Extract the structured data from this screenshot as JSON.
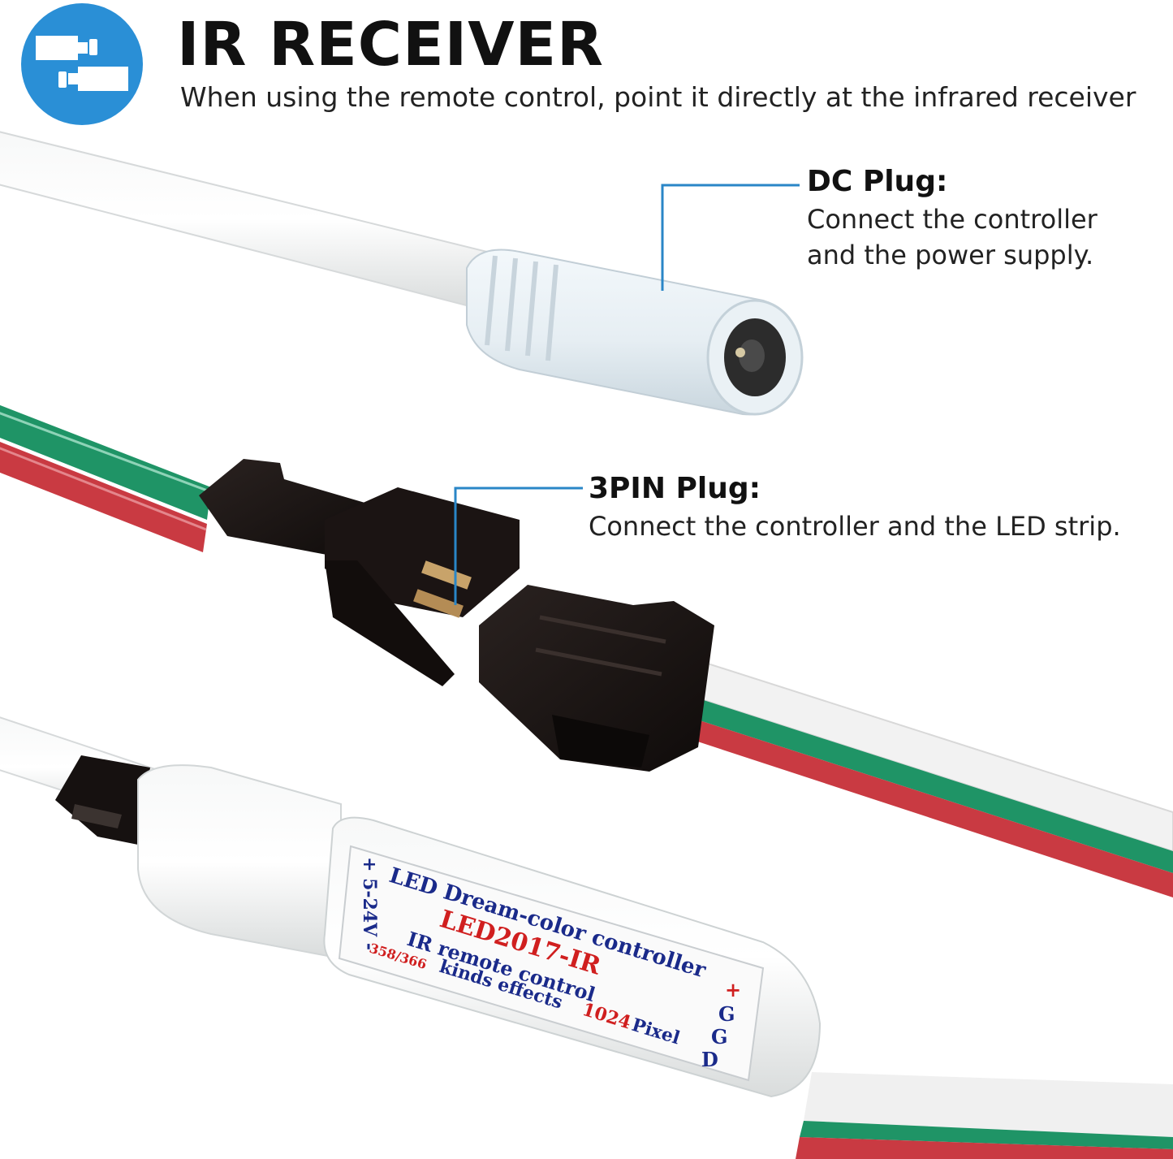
{
  "header": {
    "title": "IR RECEIVER",
    "subtitle": "When using the remote control, point it directly at the infrared receiver",
    "logo_icon": "connector-plug-icon",
    "accent_color": "#2a8fd6"
  },
  "callouts": {
    "dc_plug": {
      "title": "DC Plug:",
      "lines": [
        "Connect the controller",
        "and the power supply."
      ]
    },
    "pin3_plug": {
      "title": "3PIN Plug:",
      "line": "Connect the controller and the LED strip."
    }
  },
  "controller_label": {
    "line1": "LED Dream-color controller",
    "line2": "LED2017-IR",
    "line3": "IR remote control",
    "line4_count": "358/366",
    "line4_text": "kinds effects",
    "line4_pixels": "1024",
    "line4_unit": "Pixel",
    "left_pins": "+ 5-24V -",
    "right_pins": [
      "+",
      "G",
      "G",
      "D"
    ]
  },
  "colors": {
    "wire_red": "#c93a42",
    "wire_green": "#1f9466",
    "wire_white": "#ececec",
    "connector_black": "#1a1412",
    "label_blue": "#1a2a8a",
    "label_red": "#d01f1f"
  }
}
